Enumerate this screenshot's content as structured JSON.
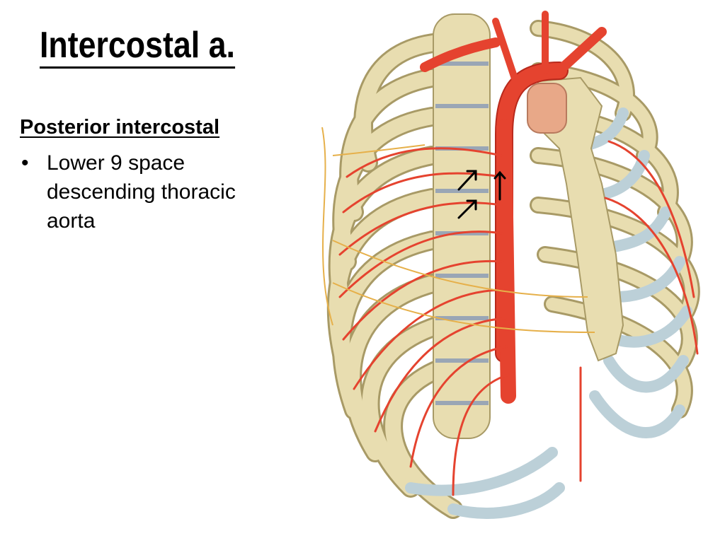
{
  "slide": {
    "title": "Intercostal a.",
    "subheading": "Posterior intercostal",
    "bullets": [
      {
        "marker": "•",
        "text": "Lower 9 space descending thoracic aorta"
      }
    ]
  },
  "illustration": {
    "subject": "thoracic-cage-arteries-anatomy",
    "colors": {
      "bone": "#e8ddb0",
      "bone_outline": "#a89a66",
      "cartilage": "#bcd0d8",
      "artery": "#e5432f",
      "artery_dark": "#b8291c",
      "nerve": "#e6b04a",
      "vertebra_disc": "#9aa6b5"
    }
  }
}
